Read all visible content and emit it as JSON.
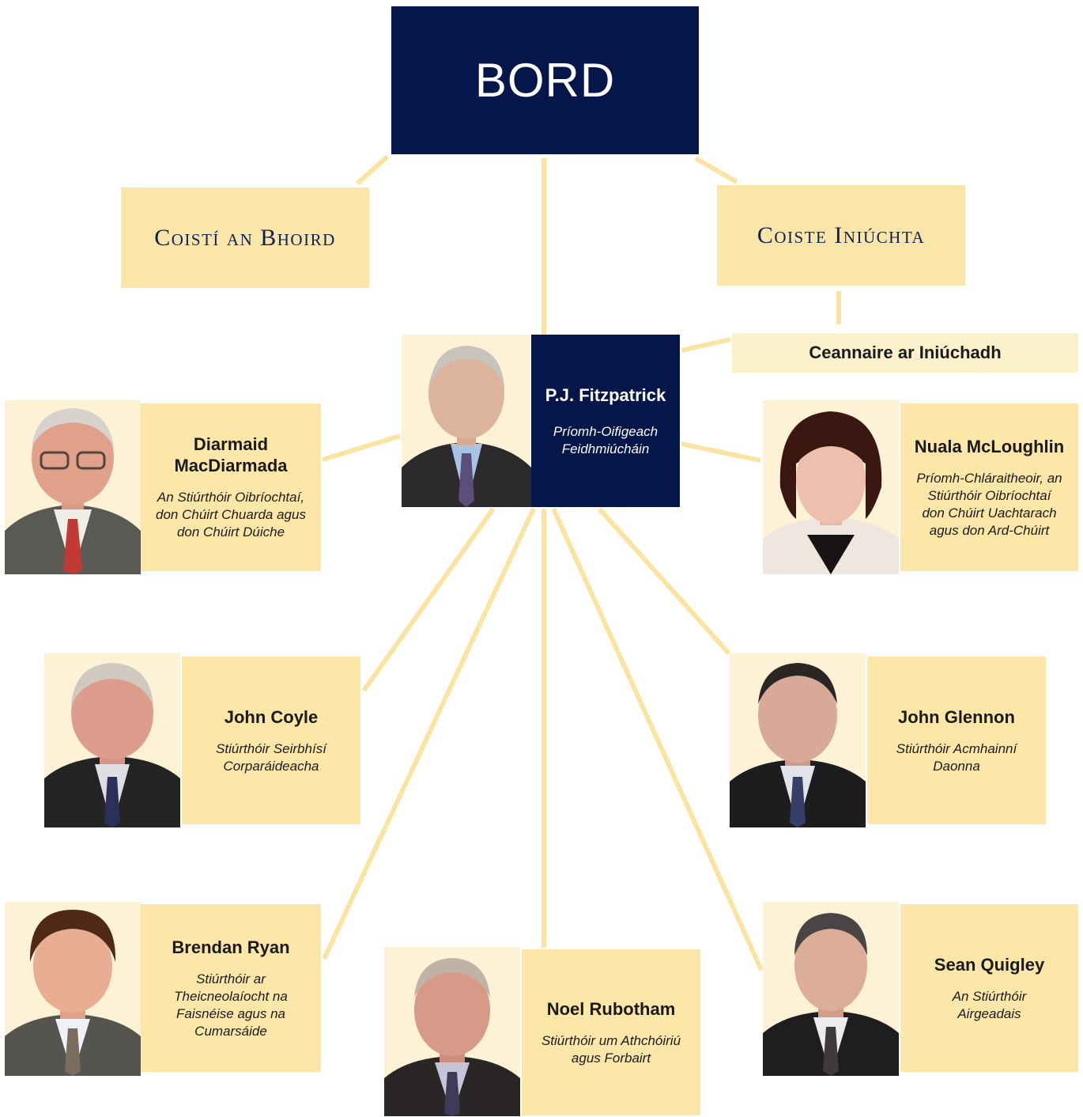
{
  "board": {
    "label": "BORD"
  },
  "committees": {
    "left": "Coistí an Bhoird",
    "right": "Coiste Iniúchta"
  },
  "audit_head": {
    "label": "Ceannaire ar Iniúchadh"
  },
  "colors": {
    "navy": "#04164a",
    "card": "#fde7a8",
    "line": "#fbe4a2"
  },
  "people": {
    "ceo": {
      "name": "P.J. Fitzpatrick",
      "role": "Príomh-Oifigeach\nFeidhmiúcháin"
    },
    "diarmaid": {
      "name": "Diarmaid\nMacDiarmada",
      "role": "An Stiúrthóir Oibríochtaí,\ndon Chúirt Chuarda agus\ndon Chúirt Dúiche"
    },
    "nuala": {
      "name": "Nuala McLoughlin",
      "role": "Príomh-Chláraitheoir, an\nStiúrthóir Oibríochtaí\ndon Chúirt Uachtarach\nagus don Ard-Chúirt"
    },
    "coyle": {
      "name": "John Coyle",
      "role": "Stiúrthóir Seirbhísí\nCorparáideacha"
    },
    "glennon": {
      "name": "John Glennon",
      "role": "Stiúrthóir Acmhainní\nDaonna"
    },
    "ryan": {
      "name": "Brendan Ryan",
      "role": "Stiúrthóir ar\nTheicneolaíocht na\nFaisnéise agus na\nCumarsáide"
    },
    "rubotham": {
      "name": "Noel Rubotham",
      "role": "Stiúrthóir um Athchóiriú\nagus Forbairt"
    },
    "quigley": {
      "name": "Sean Quigley",
      "role": "An Stiúrthóir\nAirgeadais"
    }
  }
}
